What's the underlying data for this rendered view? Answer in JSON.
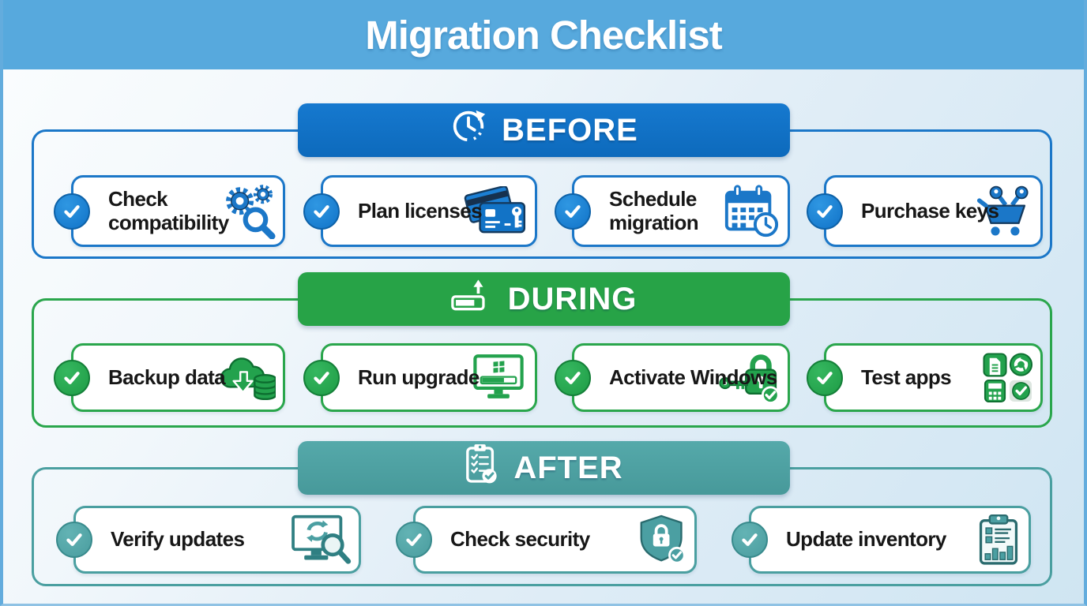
{
  "title": "Migration Checklist",
  "colors": {
    "title_bar": "#57a9dd",
    "before_accent": "#0e6fc3",
    "during_accent": "#27a347",
    "after_accent": "#4ea4a5",
    "card_background": "#ffffff",
    "text": "#171717",
    "page_background": "#d7e8f4"
  },
  "sections": [
    {
      "label": "BEFORE",
      "accent": "#0e6fc3",
      "icon": "history-clock-icon",
      "items": [
        {
          "label": "Check compatibility",
          "icon": "gears-magnifier-icon",
          "checked": true
        },
        {
          "label": "Plan licenses",
          "icon": "credit-cards-key-icon",
          "checked": true
        },
        {
          "label": "Schedule migration",
          "icon": "calendar-clock-icon",
          "checked": true
        },
        {
          "label": "Purchase keys",
          "icon": "cart-keys-icon",
          "checked": true
        }
      ]
    },
    {
      "label": "DURING",
      "accent": "#27a347",
      "icon": "install-progress-icon",
      "items": [
        {
          "label": "Backup data",
          "icon": "cloud-download-database-icon",
          "checked": true
        },
        {
          "label": "Run upgrade",
          "icon": "monitor-windows-upgrade-icon",
          "checked": true
        },
        {
          "label": "Activate Windows",
          "icon": "lock-key-check-icon",
          "checked": true
        },
        {
          "label": "Test apps",
          "icon": "app-grid-icon",
          "checked": true
        }
      ]
    },
    {
      "label": "AFTER",
      "accent": "#4ea4a5",
      "icon": "clipboard-check-icon",
      "items": [
        {
          "label": "Verify updates",
          "icon": "monitor-refresh-magnifier-icon",
          "checked": true
        },
        {
          "label": "Check security",
          "icon": "shield-lock-check-icon",
          "checked": true
        },
        {
          "label": "Update inventory",
          "icon": "clipboard-inventory-icon",
          "checked": true
        }
      ]
    }
  ]
}
